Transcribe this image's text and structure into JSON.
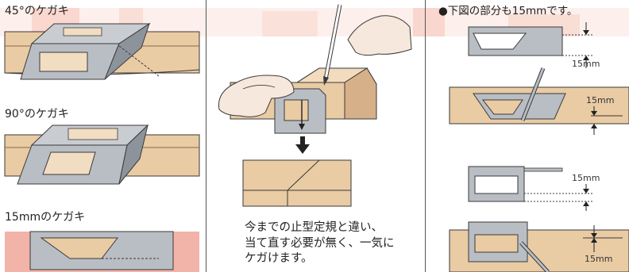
{
  "left_panel": {
    "label_45": "45°のケガキ",
    "label_90": "90°のケガキ",
    "label_15": "15mmのケガキ"
  },
  "center_panel": {
    "description": "今までの止型定規と違い、\n当て直す必要が無く、一気に\nケガけます。"
  },
  "right_panel": {
    "note": "●下図の部分も15mmです。",
    "dim_1": "15mm",
    "dim_2": "15mm",
    "dim_3": "15mm",
    "dim_4": "15mm"
  },
  "colors": {
    "wood": "#e9cba4",
    "wood_line": "#8a6a4a",
    "ruler": "#b9bec4",
    "ruler_dark": "#8d939a",
    "stripe": "#f2b3a9",
    "outline": "#3a3a3a"
  }
}
